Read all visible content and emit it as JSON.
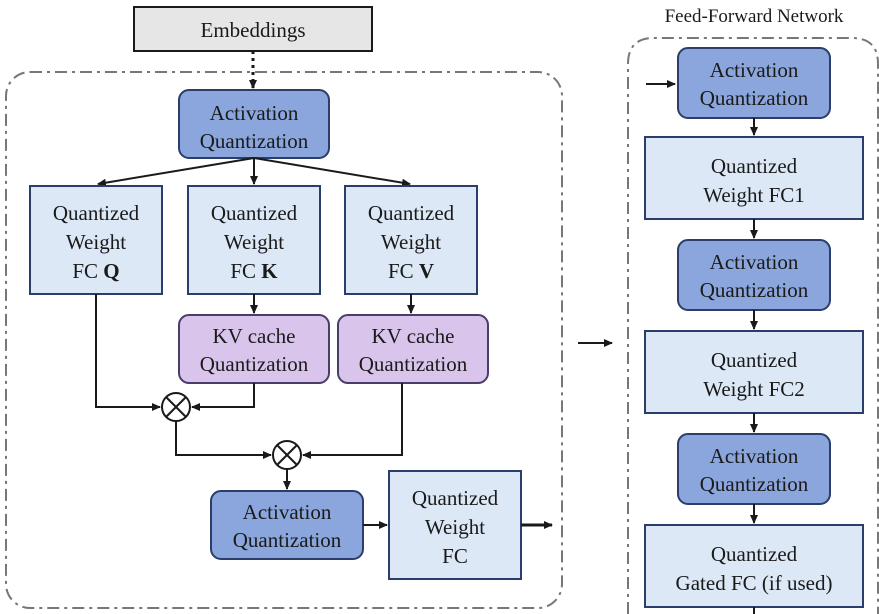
{
  "embeddings": {
    "label": "Embeddings"
  },
  "attention": {
    "activation_top": {
      "line1": "Activation",
      "line2": "Quantization"
    },
    "fc_q": {
      "line1": "Quantized",
      "line2": "Weight",
      "line3_prefix": "FC ",
      "line3_letter": "Q"
    },
    "fc_k": {
      "line1": "Quantized",
      "line2": "Weight",
      "line3_prefix": "FC ",
      "line3_letter": "K"
    },
    "fc_v": {
      "line1": "Quantized",
      "line2": "Weight",
      "line3_prefix": "FC ",
      "line3_letter": "V"
    },
    "kv_cache_k": {
      "line1": "KV cache",
      "line2": "Quantization"
    },
    "kv_cache_v": {
      "line1": "KV cache",
      "line2": "Quantization"
    },
    "multiply_symbol": "⊗",
    "activation_bottom": {
      "line1": "Activation",
      "line2": "Quantization"
    },
    "fc_out": {
      "line1": "Quantized",
      "line2": "Weight",
      "line3": "FC"
    }
  },
  "ffn": {
    "title": "Feed-Forward Network",
    "activation_1": {
      "line1": "Activation",
      "line2": "Quantization"
    },
    "fc1": {
      "line1": "Quantized",
      "line2": "Weight FC1"
    },
    "activation_2": {
      "line1": "Activation",
      "line2": "Quantization"
    },
    "fc2": {
      "line1": "Quantized",
      "line2": "Weight FC2"
    },
    "activation_3": {
      "line1": "Activation",
      "line2": "Quantization"
    },
    "gated_fc": {
      "line1": "Quantized",
      "line2": "Gated FC (if used)"
    }
  },
  "colors": {
    "activation_fill": "#8aa6dc",
    "activation_stroke": "#2a3d6b",
    "weight_fill": "#dce8f6",
    "weight_stroke": "#2a3d6b",
    "kv_fill": "#d9c5ec",
    "kv_stroke": "#4a3d6b",
    "embeddings_fill": "#e6e6e6",
    "container_stroke": "#777777"
  }
}
